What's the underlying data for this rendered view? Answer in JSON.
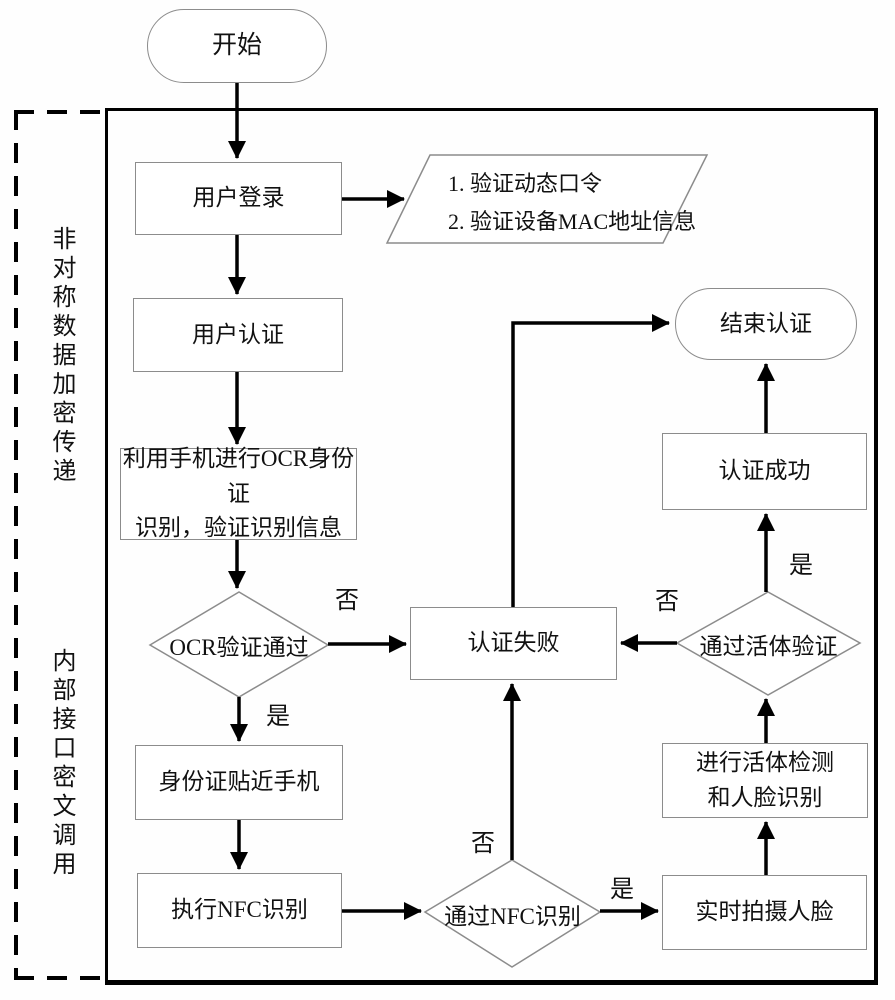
{
  "figure": {
    "start": "开始",
    "nodes": {
      "login": "用户登录",
      "note_line1": "1. 验证动态口令",
      "note_line2": "2. 验证设备MAC地址信息",
      "auth": "用户认证",
      "ocr": "利用手机进行OCR身份证\n识别，验证识别信息",
      "ocr_check": "OCR验证通过",
      "fail": "认证失败",
      "id_near_phone": "身份证贴近手机",
      "nfc_exec": "执行NFC识别",
      "nfc_check": "通过NFC识别",
      "face_capture": "实时拍摄人脸",
      "liveness": "进行活体检测\n和人脸识别",
      "live_check": "通过活体验证",
      "success": "认证成功",
      "end": "结束认证"
    },
    "edge_labels": {
      "ocr_no": "否",
      "ocr_yes": "是",
      "nfc_no": "否",
      "nfc_yes": "是",
      "live_no": "否",
      "live_yes": "是"
    },
    "side_labels": {
      "upper": "非对称数据加密传递",
      "lower": "内部接口密文调用"
    },
    "colors": {
      "line": "#000000",
      "shape_border": "#8c8c8c",
      "text": "#111111"
    }
  }
}
